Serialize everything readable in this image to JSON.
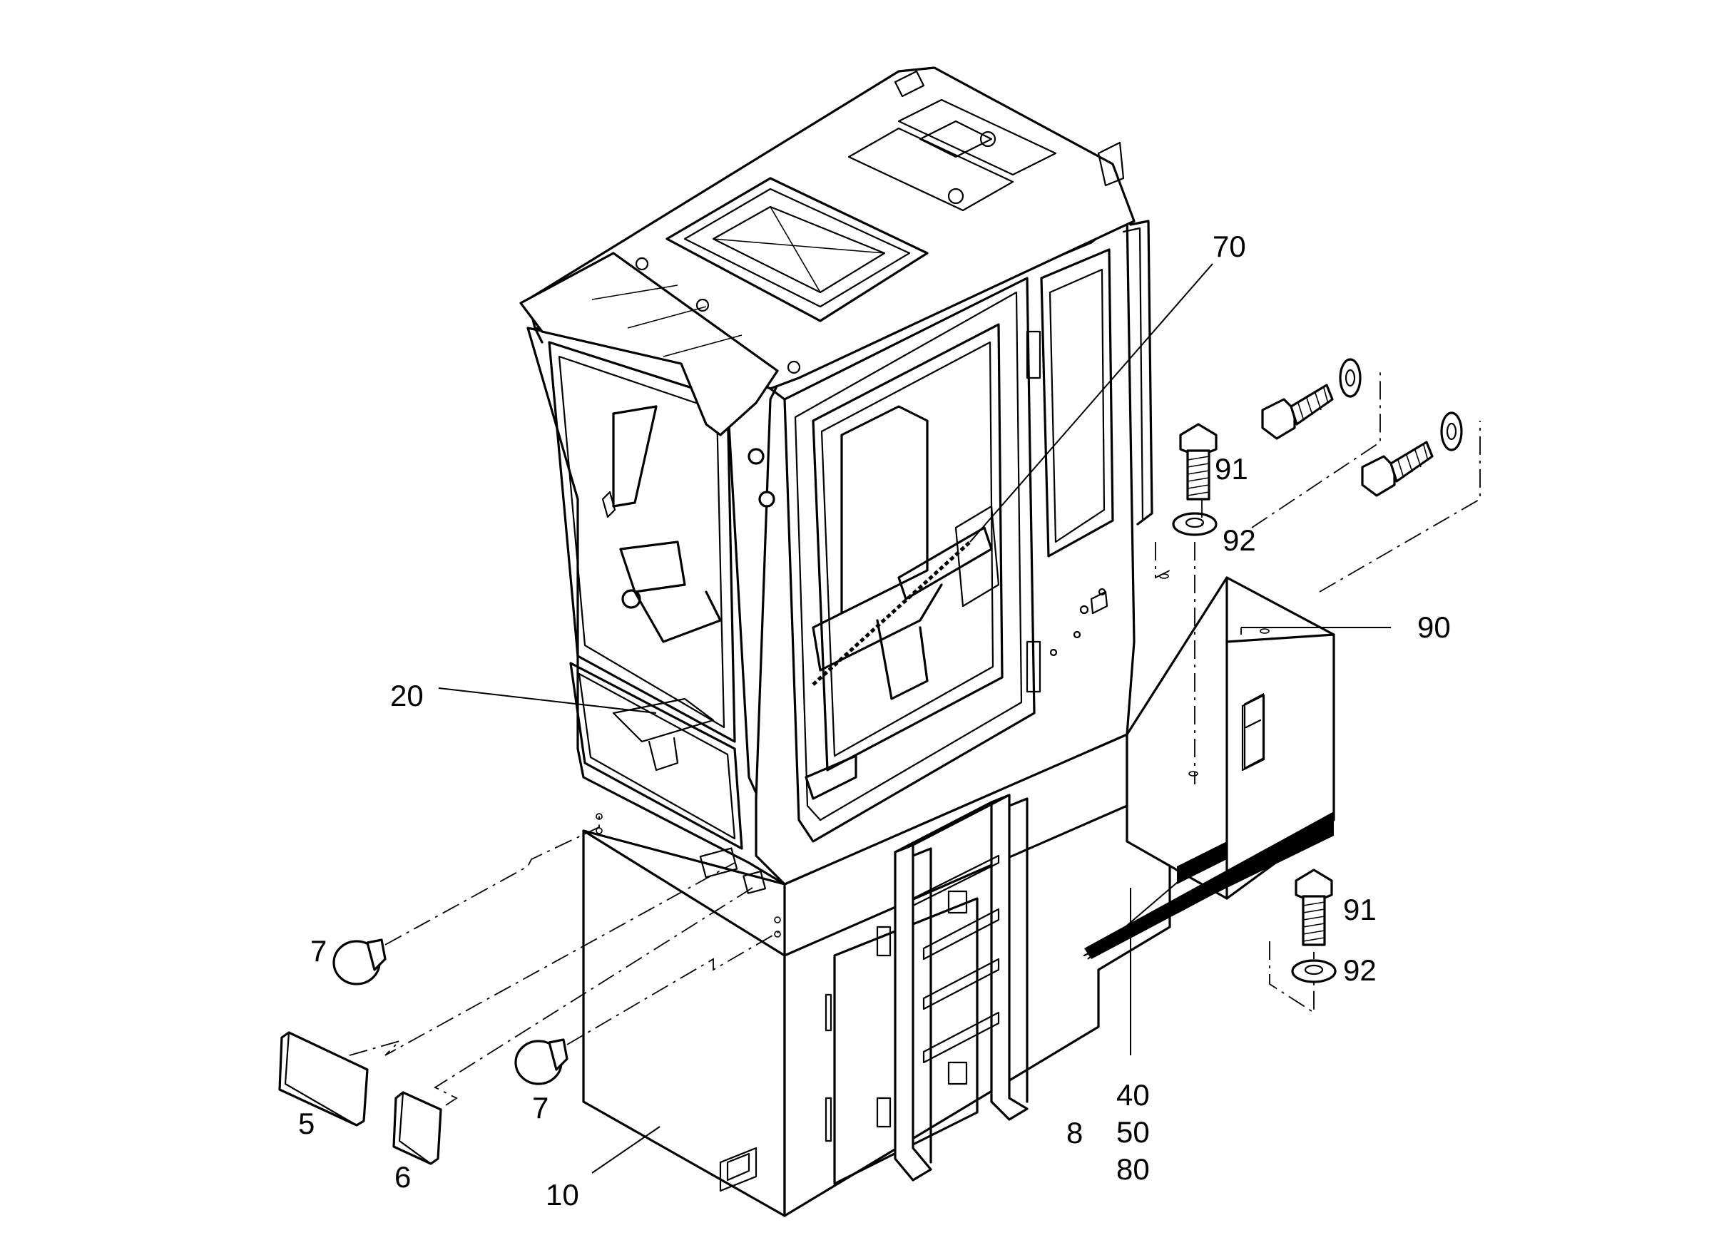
{
  "callouts": {
    "c70": "70",
    "c91a": "91",
    "c92a": "92",
    "c90": "90",
    "c20": "20",
    "c7a": "7",
    "c7b": "7",
    "c5": "5",
    "c6": "6",
    "c10": "10",
    "c8": "8",
    "c40": "40",
    "c50": "50",
    "c80": "80",
    "c91b": "91",
    "c92b": "92"
  }
}
